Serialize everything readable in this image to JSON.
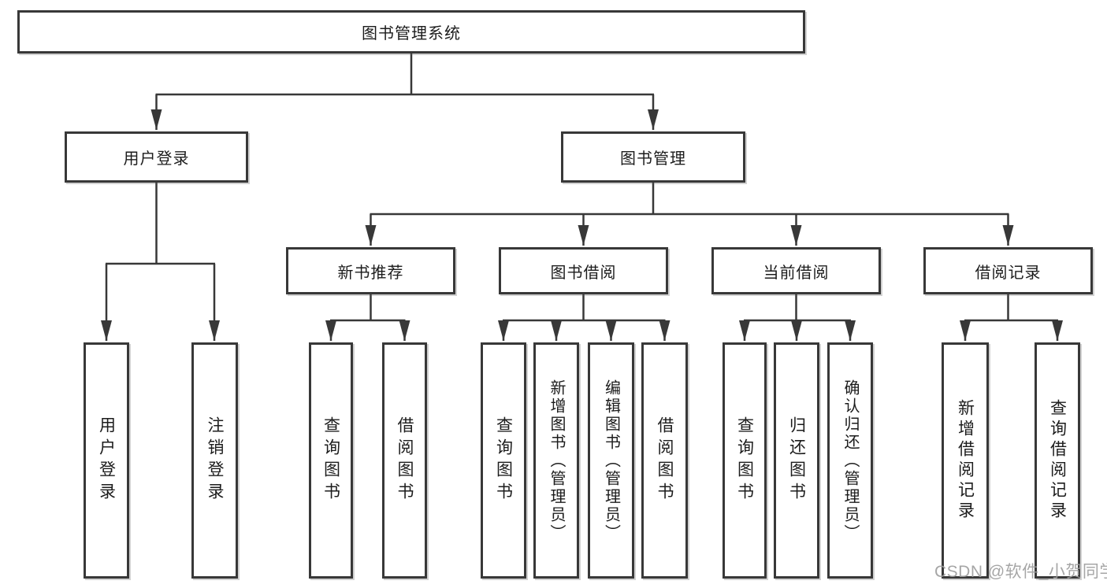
{
  "watermark": "CSDN @软件_小贺同学",
  "colors": {
    "line": "#383838",
    "box_border": "#383838",
    "box_background": "#ffffff",
    "text": "#1c1c1c",
    "watermark": "#9d9d9d",
    "page_background": "#ffffff"
  },
  "diagram": {
    "type": "hierarchy-tree",
    "nodes": {
      "root": "图书管理系统",
      "user_login": {
        "label": "用户登录",
        "children": [
          "用户登录",
          "注销登录"
        ]
      },
      "book_mgmt": {
        "label": "图书管理",
        "children": [
          {
            "label": "新书推荐",
            "children": [
              "查询图书",
              "借阅图书"
            ]
          },
          {
            "label": "图书借阅",
            "children": [
              "查询图书",
              "新增图书（管理员）",
              "编辑图书（管理员）",
              "借阅图书"
            ]
          },
          {
            "label": "当前借阅",
            "children": [
              "查询图书",
              "归还图书",
              "确认归还（管理员）"
            ]
          },
          {
            "label": "借阅记录",
            "children": [
              "新增借阅记录",
              "查询借阅记录"
            ]
          }
        ]
      }
    }
  }
}
